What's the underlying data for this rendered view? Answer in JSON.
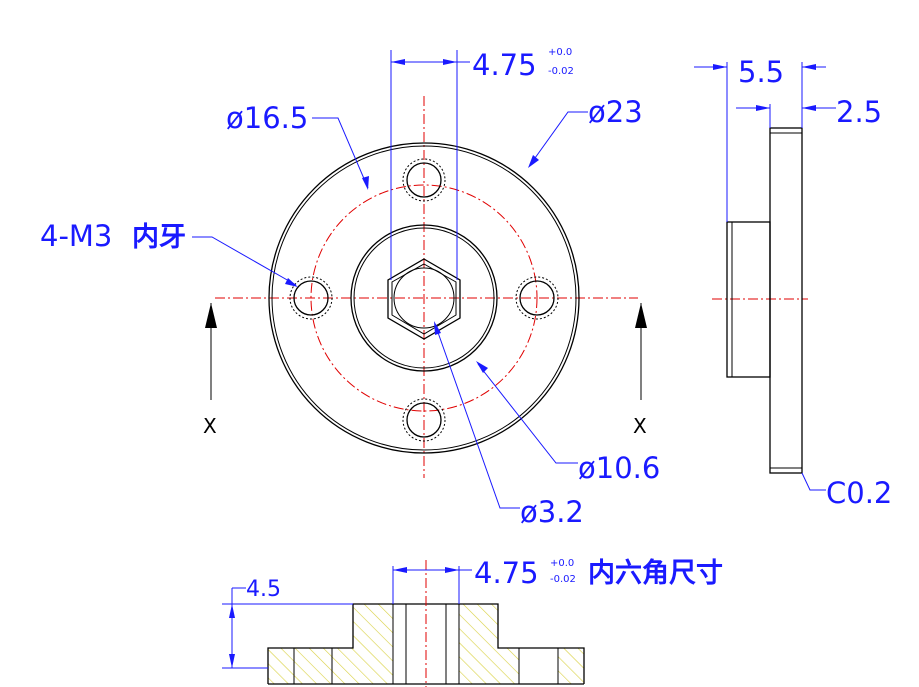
{
  "dimensions": {
    "hex_width": "4.75",
    "hex_tol_upper": "+0.0",
    "hex_tol_lower": "-0.02",
    "bolt_circle": "ø16.5",
    "outer_diameter": "ø23",
    "thread_holes": "4-M3",
    "thread_holes_cn": "内牙",
    "hub_diameter": "ø10.6",
    "bore_diameter": "ø3.2",
    "total_length": "5.5",
    "flange_thickness": "2.5",
    "chamfer": "C0.2",
    "section_height": "4.5",
    "section_hex_width": "4.75",
    "section_hex_tol_upper": "+0.0",
    "section_hex_tol_lower": "-0.02",
    "section_hex_note": "内六角尺寸"
  },
  "section_markers": {
    "left": "X",
    "right": "X"
  },
  "colors": {
    "outline": "#000000",
    "dimension": "#1a1aff",
    "centerline": "#e00000",
    "hatch": "#d8d040"
  }
}
